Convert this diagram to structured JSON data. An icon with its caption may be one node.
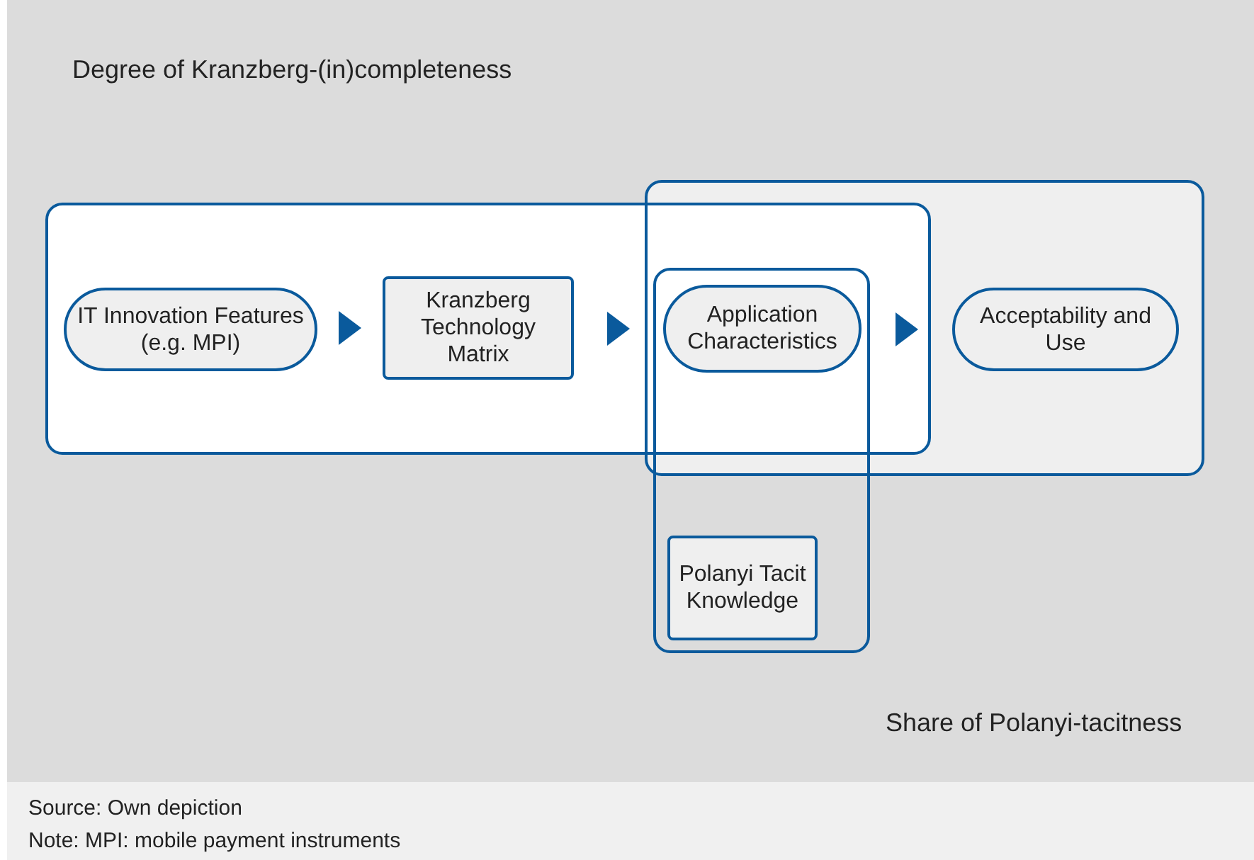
{
  "diagram": {
    "nodes": [
      {
        "text": [],
        "shape": "box"
      },
      {
        "text": [
          "IT Innovation Features (e.g. MPI)"
        ],
        "in": 0
      },
      {
        "text": [
          "Kranzberg Technology Matrix"
        ],
        "in": 0
      },
      {
        "text": [],
        "shape": "box"
      },
      {
        "text": [],
        "shape": "box"
      },
      {
        "text": [
          "Application Characteristics"
        ]
      },
      {
        "text": [
          "Acceptability and Use"
        ],
        "in": 3
      },
      {
        "text": [
          "Polanyi Tacit Knowledge"
        ],
        "in": 4
      }
    ],
    "edges": [
      {
        "from": 1,
        "to": 2,
        "arrow": "to"
      },
      {
        "from": 2,
        "to": 5,
        "arrow": "to"
      },
      {
        "from": 5,
        "to": 6,
        "arrow": "to"
      }
    ],
    "labels": [
      "Degree of Kranzberg-(in)completeness",
      "Share of Polanyi-tacitness",
      "Source: Own depiction",
      "Note: MPI: mobile payment instruments"
    ]
  }
}
